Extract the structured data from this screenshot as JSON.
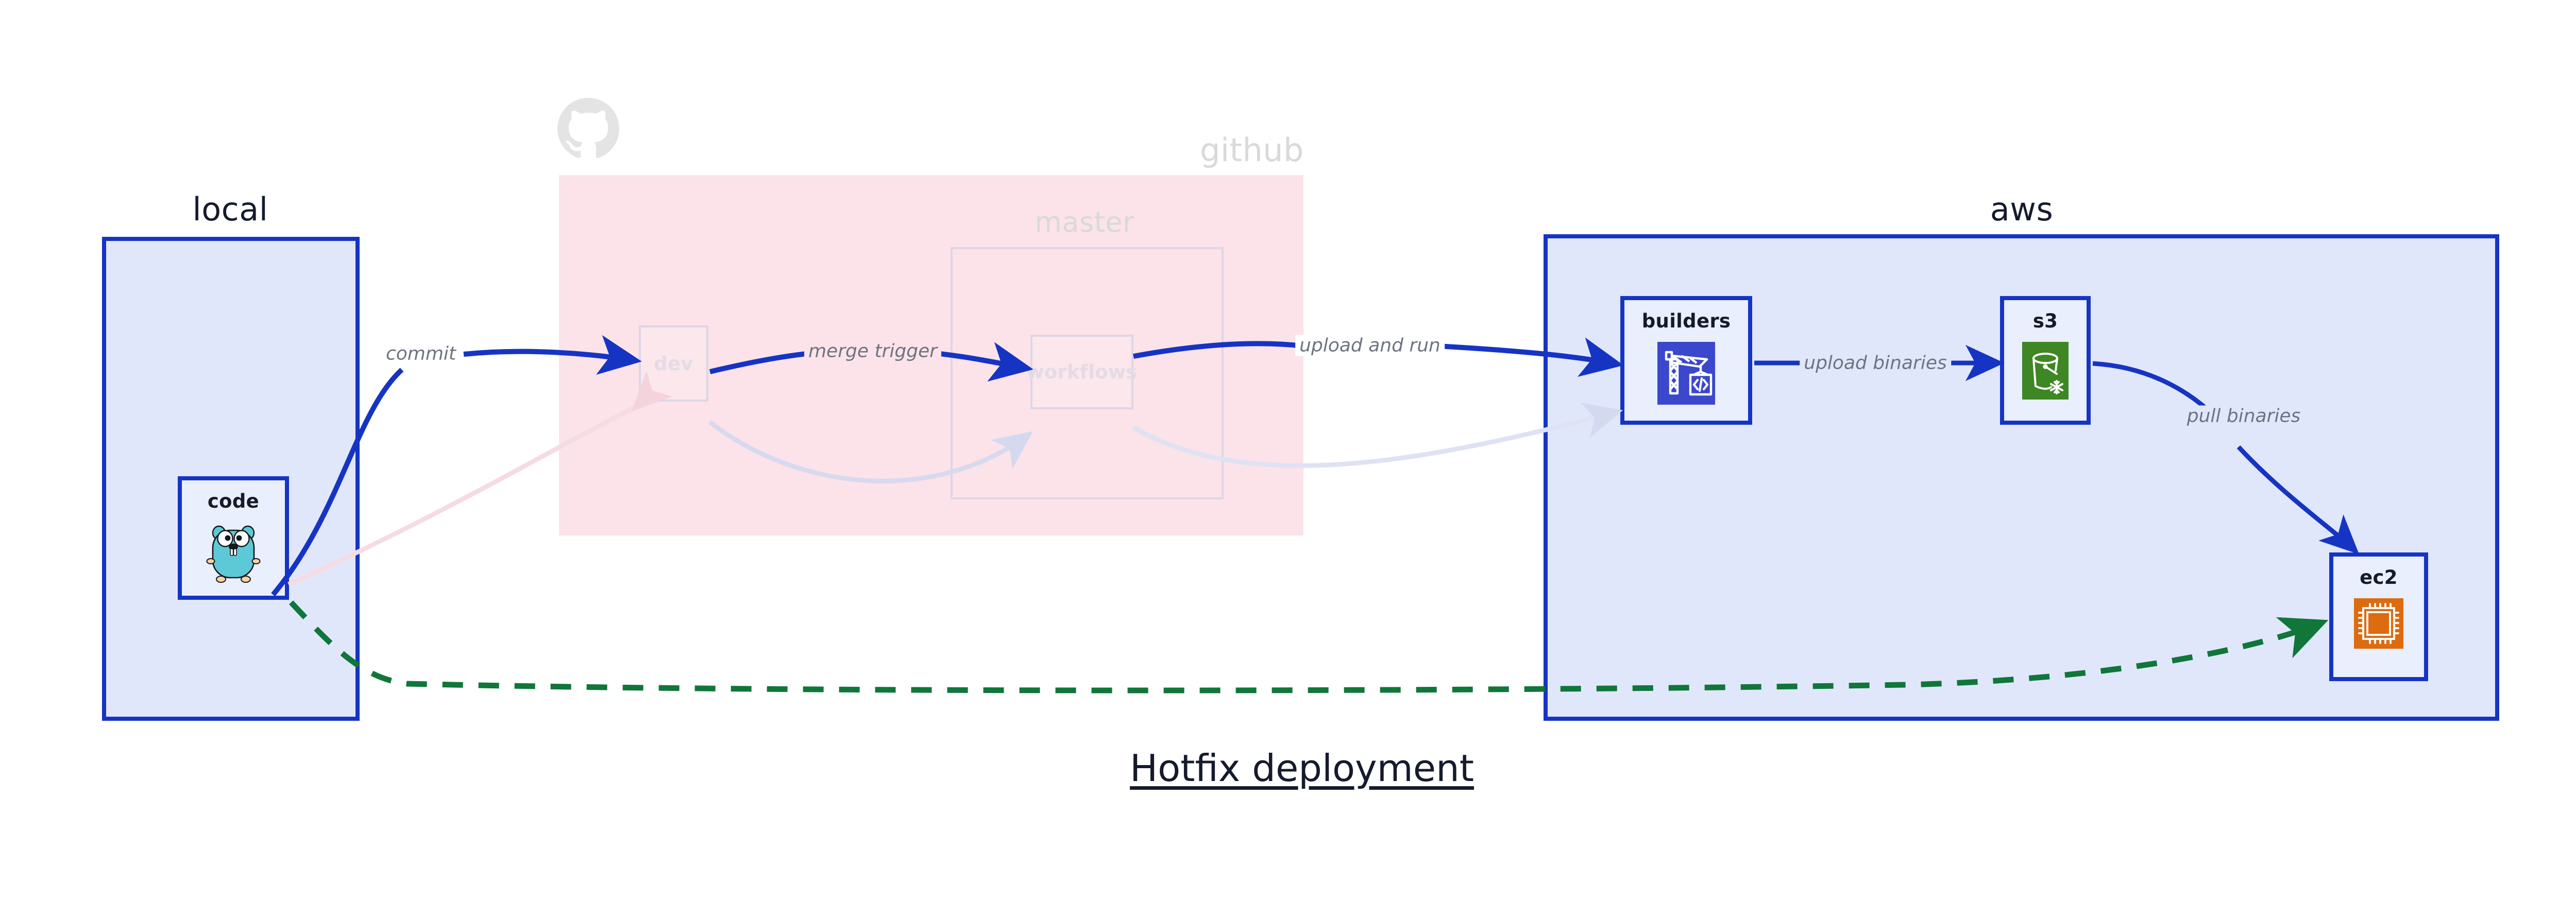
{
  "caption": "Hotfix deployment",
  "groups": [
    {
      "id": "local",
      "label": "local"
    },
    {
      "id": "github",
      "label": "github"
    },
    {
      "id": "aws",
      "label": "aws"
    }
  ],
  "github_inner": {
    "branch_label": "master",
    "dev_label": "dev",
    "workflows_label": "workflows"
  },
  "nodes": [
    {
      "id": "code",
      "label": "code",
      "icon": "go-gopher-icon"
    },
    {
      "id": "builders",
      "label": "builders",
      "icon": "aws-codebuild-icon"
    },
    {
      "id": "s3",
      "label": "s3",
      "icon": "aws-s3-glacier-icon"
    },
    {
      "id": "ec2",
      "label": "ec2",
      "icon": "aws-ec2-icon"
    }
  ],
  "edges": [
    {
      "id": "commit",
      "label": "commit",
      "from": "code",
      "to": "dev",
      "style": "solid-blue"
    },
    {
      "id": "merge-trigger",
      "label": "merge trigger",
      "from": "dev",
      "to": "workflows",
      "style": "solid-blue"
    },
    {
      "id": "upload-and-run",
      "label": "upload and run",
      "from": "workflows",
      "to": "builders",
      "style": "solid-blue"
    },
    {
      "id": "upload-binaries",
      "label": "upload binaries",
      "from": "builders",
      "to": "s3",
      "style": "solid-blue"
    },
    {
      "id": "pull-binaries",
      "label": "pull binaries",
      "from": "s3",
      "to": "ec2",
      "style": "solid-blue"
    },
    {
      "id": "hotfix-direct",
      "label": "",
      "from": "code",
      "to": "ec2",
      "style": "dashed-green"
    }
  ],
  "colors": {
    "accent_blue": "#1634c4",
    "zone_blue_fill": "#e1e7fb",
    "zone_pink_fill": "#fbe3e9",
    "node_fill": "#e9effc",
    "dashed_green": "#10763a",
    "label_gray": "#6d7480",
    "faded_gray": "#d9d9d9",
    "text_dark": "#151a2d",
    "codebuild_blue": "#3b48cc",
    "s3_green": "#3f8624",
    "ec2_orange": "#dd6b10",
    "gopher_teal": "#5dc9d6"
  }
}
